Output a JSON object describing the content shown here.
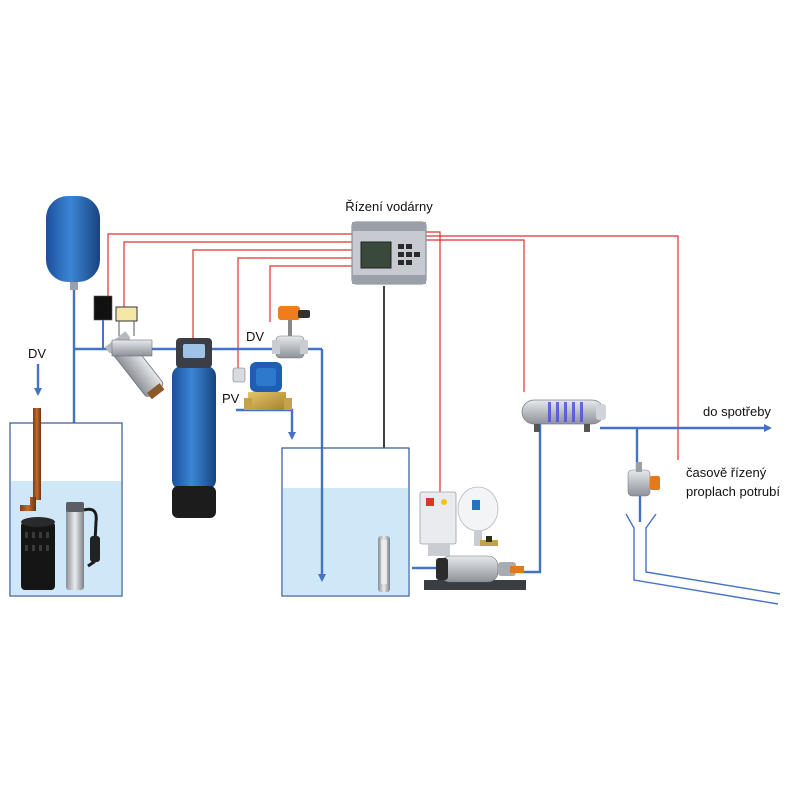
{
  "labels": {
    "control": "Řízení vodárny",
    "dv_left": "DV",
    "dv_mid": "DV",
    "pv": "PV",
    "outlet": "do spotřeby",
    "flush_line1": "časově řízený",
    "flush_line2": "proplach potrubí"
  },
  "colors": {
    "water_pipe": "#4472c4",
    "signal_wire": "#e03030",
    "sensor_cable": "#111111",
    "tank_water": "#cfe8f7",
    "tank_border": "#2f5597",
    "vessel_blue": "#2a6fc0"
  },
  "components": [
    "expansion-vessel",
    "pressure-switch",
    "flow-meter",
    "mechanical-filter",
    "softener-tank",
    "motorized-valve-dv",
    "solenoid-valve-pv",
    "plc-controller",
    "well-tank",
    "submersible-pump",
    "storage-tank",
    "level-probe",
    "booster-pump-station",
    "uv-sterilizer",
    "flush-valve",
    "drain"
  ]
}
